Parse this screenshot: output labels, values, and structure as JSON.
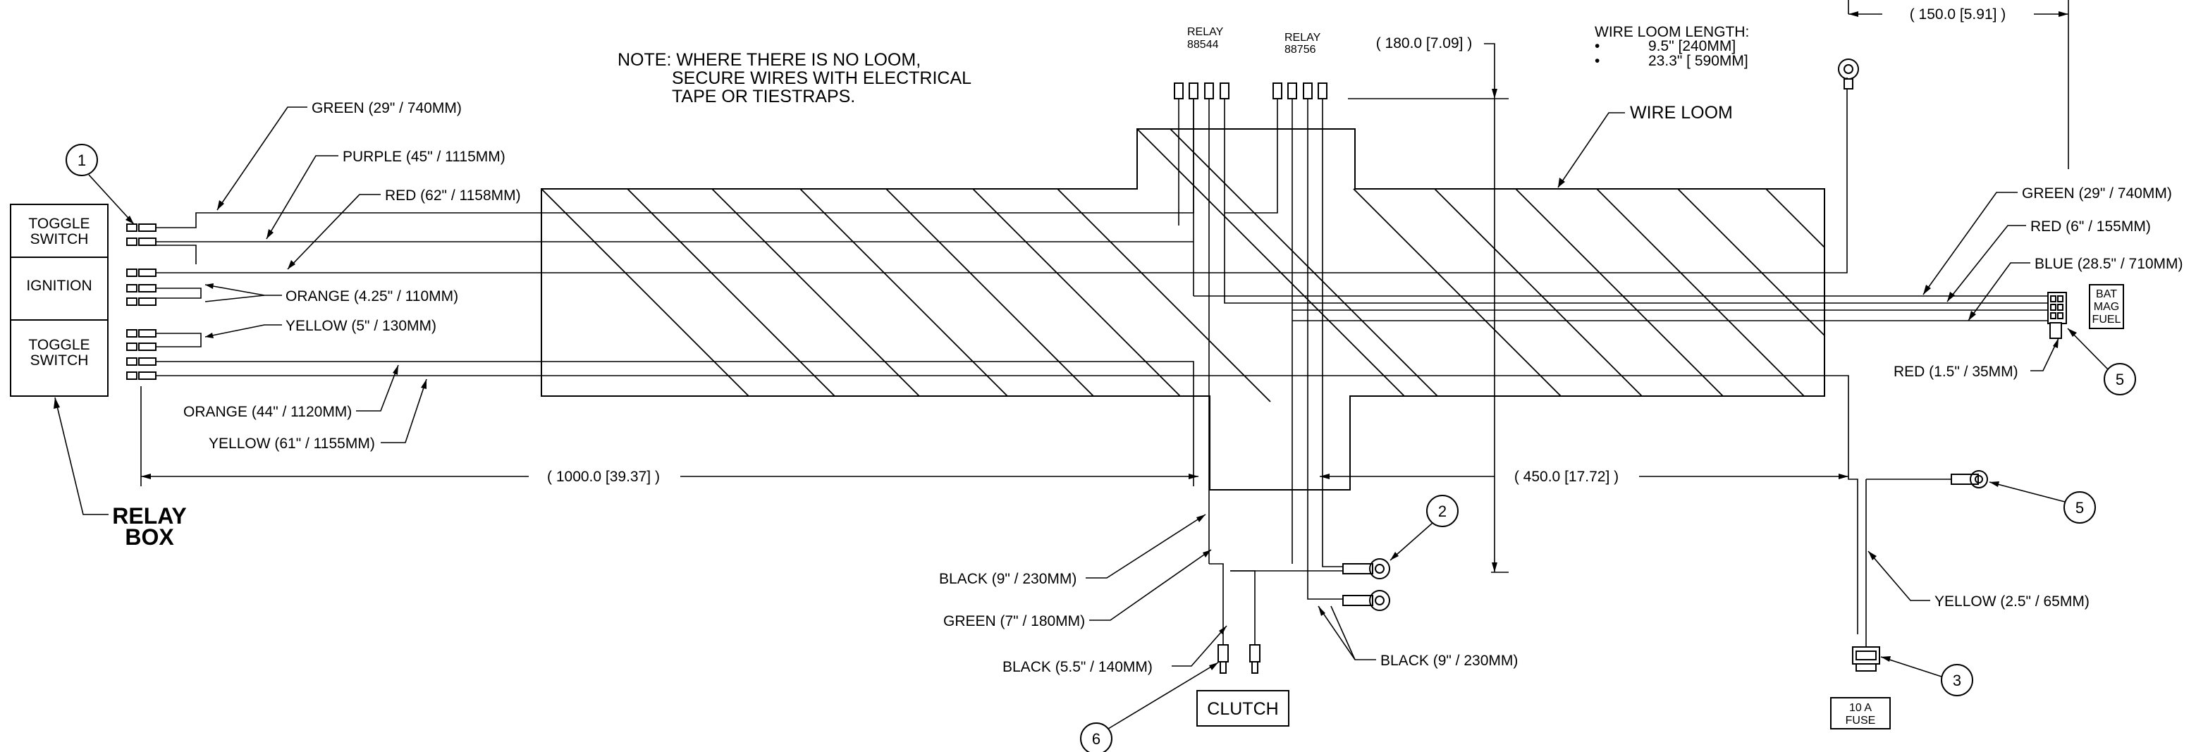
{
  "note": {
    "line1": "NOTE: WHERE THERE IS NO LOOM,",
    "line2": "SECURE WIRES WITH ELECTRICAL",
    "line3": "TAPE OR TIESTRAPS."
  },
  "relays": [
    {
      "label": "RELAY",
      "number": "88544"
    },
    {
      "label": "RELAY",
      "number": "88756"
    }
  ],
  "loom_length": {
    "title": "WIRE LOOM LENGTH:",
    "bullet": "•",
    "items": [
      "9.5\" [240MM]",
      "23.3\" [ 590MM]"
    ]
  },
  "wire_loom_label": "WIRE LOOM",
  "dimensions": {
    "d150": "( 150.0 [5.91] )",
    "d180": "( 180.0 [7.09] )",
    "d1000": "( 1000.0 [39.37] )",
    "d450": "( 450.0 [17.72] )"
  },
  "relay_box": {
    "toggle_top": [
      "TOGGLE",
      "SWITCH"
    ],
    "ignition": "IGNITION",
    "toggle_bottom": [
      "TOGGLE",
      "SWITCH"
    ],
    "title": [
      "RELAY",
      "BOX"
    ]
  },
  "wire_labels": {
    "green_left": "GREEN (29\" / 740MM)",
    "purple": "PURPLE (45\" / 1115MM)",
    "red_left": "RED (62\" / 1158MM)",
    "orange_short": "ORANGE (4.25\" / 110MM)",
    "yellow_short": "YELLOW (5\" / 130MM)",
    "orange_long": "ORANGE (44\" / 1120MM)",
    "yellow_long": "YELLOW (61\" / 1155MM)",
    "green_right": "GREEN (29\" / 740MM)",
    "red_right": "RED (6\" / 155MM)",
    "blue": "BLUE (28.5\" / 710MM)",
    "red_short": "RED (1.5\" / 35MM)",
    "black_9_left": "BLACK (9\" / 230MM)",
    "green_7": "GREEN (7\" / 180MM)",
    "black_55": "BLACK (5.5\" / 140MM)",
    "black_9_right": "BLACK (9\" / 230MM)",
    "yellow_25": "YELLOW (2.5\" / 65MM)"
  },
  "components": {
    "bat_mag_fuel": [
      "BAT",
      "MAG",
      "FUEL"
    ],
    "clutch": "CLUTCH",
    "fuse": [
      "10 A",
      "FUSE"
    ]
  },
  "callouts": [
    "1",
    "2",
    "3",
    "5",
    "5",
    "6"
  ]
}
